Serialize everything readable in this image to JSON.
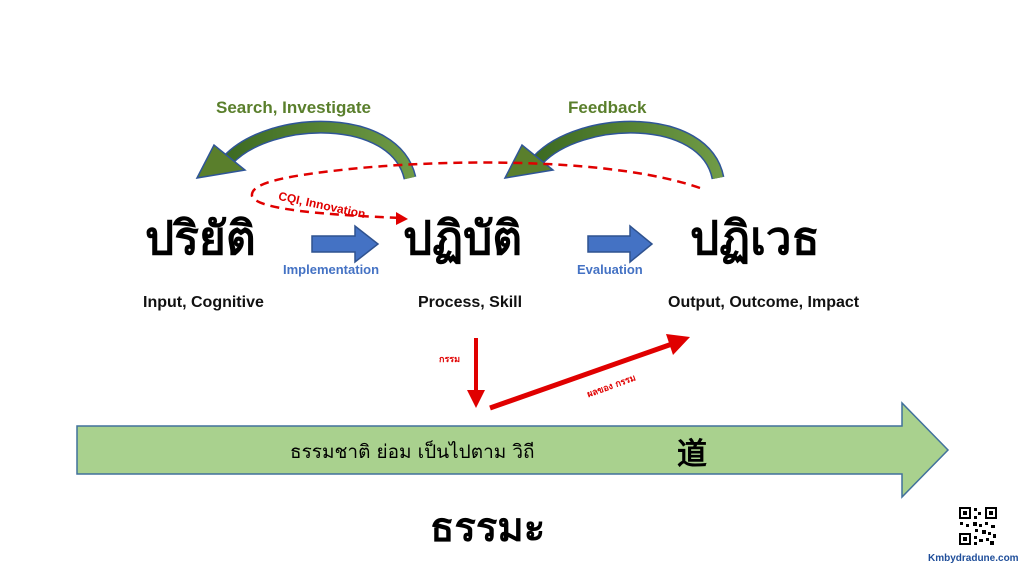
{
  "stages": [
    {
      "word": "ปริยัติ",
      "caption": "Input, Cognitive"
    },
    {
      "word": "ปฏิบัติ",
      "caption": "Process, Skill"
    },
    {
      "word": "ปฏิเวธ",
      "caption": "Output, Outcome, Impact"
    }
  ],
  "transitions": {
    "implementation": "Implementation",
    "evaluation": "Evaluation"
  },
  "loops": {
    "search": "Search, Investigate",
    "feedback": "Feedback",
    "cqi": "CQI, Innovation"
  },
  "karma": {
    "down_label": "กรรม",
    "up_label": "ผลของ กรรม"
  },
  "banner": {
    "text": "ธรรมชาติ ย่อม เป็นไปตาม วิถี",
    "kanji": "道"
  },
  "footer": {
    "title": "ธรรมะ",
    "site": "Kmbydradune.com"
  },
  "colors": {
    "green": "#5a7f2c",
    "blue_arrow": "#4472c4",
    "red": "#e00000",
    "banner_fill": "#a9d18e",
    "banner_stroke": "#41719c"
  },
  "icons": [
    "qr-code-icon"
  ]
}
